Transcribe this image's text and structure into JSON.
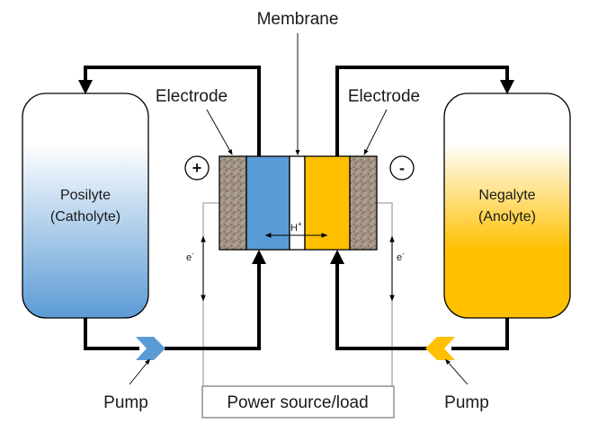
{
  "labels": {
    "membrane": "Membrane",
    "electrode_left": "Electrode",
    "electrode_right": "Electrode",
    "positive_terminal": "+",
    "negative_terminal": "-",
    "posilyte_line1": "Posilyte",
    "posilyte_line2": "(Catholyte)",
    "negalyte_line1": "Negalyte",
    "negalyte_line2": "(Anolyte)",
    "proton": "H",
    "proton_sup": "+",
    "electron_left": "e",
    "electron_right": "e",
    "electron_sup": "-",
    "pump_left": "Pump",
    "pump_right": "Pump",
    "power": "Power source/load"
  },
  "colors": {
    "posilyte": "#5b9bd5",
    "negalyte": "#ffc000",
    "electrode": "#a39485",
    "pipe": "#000000",
    "wire": "#a6a6a6"
  }
}
